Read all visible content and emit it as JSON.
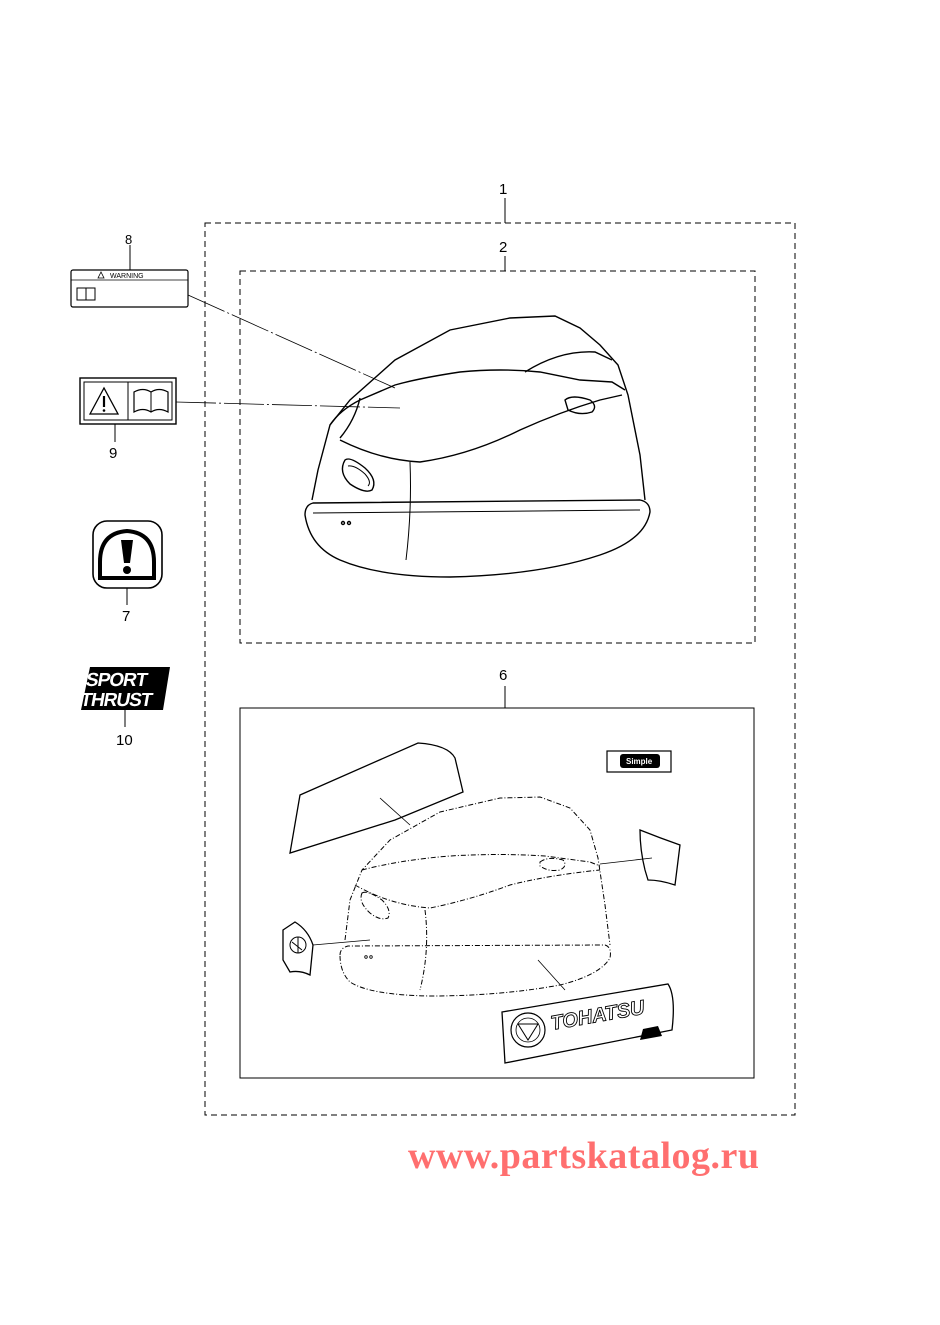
{
  "callouts": {
    "c1": "1",
    "c2": "2",
    "c6": "6",
    "c7": "7",
    "c8": "8",
    "c9": "9",
    "c10": "10"
  },
  "labels": {
    "warning": "WARNING",
    "sport": "SPORT",
    "thrust": "THRUST",
    "brand": "TOHATSU",
    "simple": "Simple"
  },
  "watermark": "www.partskatalog.ru"
}
